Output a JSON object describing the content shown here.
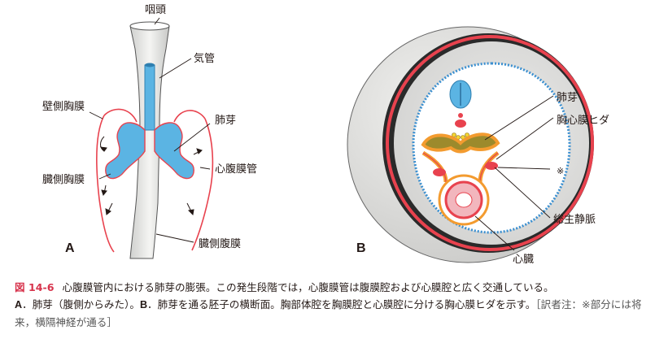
{
  "panel_a": {
    "letter": "A",
    "labels": {
      "pharynx": "咽頭",
      "trachea": "気管",
      "parietal_pleura": "壁側胸膜",
      "lung_bud": "肺芽",
      "pericardioperitoneal_canal": "心腹膜管",
      "visceral_pleura": "臓側胸膜",
      "visceral_peritoneum": "臓側腹膜"
    }
  },
  "panel_b": {
    "letter": "B",
    "labels": {
      "lung_bud": "肺芽",
      "pleuropericardial_fold": "胸心膜ヒダ",
      "asterisk": "※",
      "common_cardinal_vein": "総主静脈",
      "heart": "心臓"
    }
  },
  "caption": {
    "figure_number": "図 14-6",
    "line1": "心腹膜管内における肺芽の膨張。この発生段階では，心腹膜管は腹膜腔および心膜腔と広く交通している。",
    "a_letter": "A",
    "a_text": "肺芽（腹側からみた）。",
    "b_letter": "B",
    "b_text": "肺芽を通る胚子の横断面。胸部体腔を胸膜腔と心膜腔に分ける胸心膜ヒダを示す。",
    "note": "［訳者注：※部分には将来，横隔神経が通る］"
  },
  "colors": {
    "blue": "#5bb4e3",
    "red_line": "#e8424e",
    "orange": "#f39b2f",
    "olive": "#9c8a2c",
    "caption_red": "#d7334c"
  }
}
